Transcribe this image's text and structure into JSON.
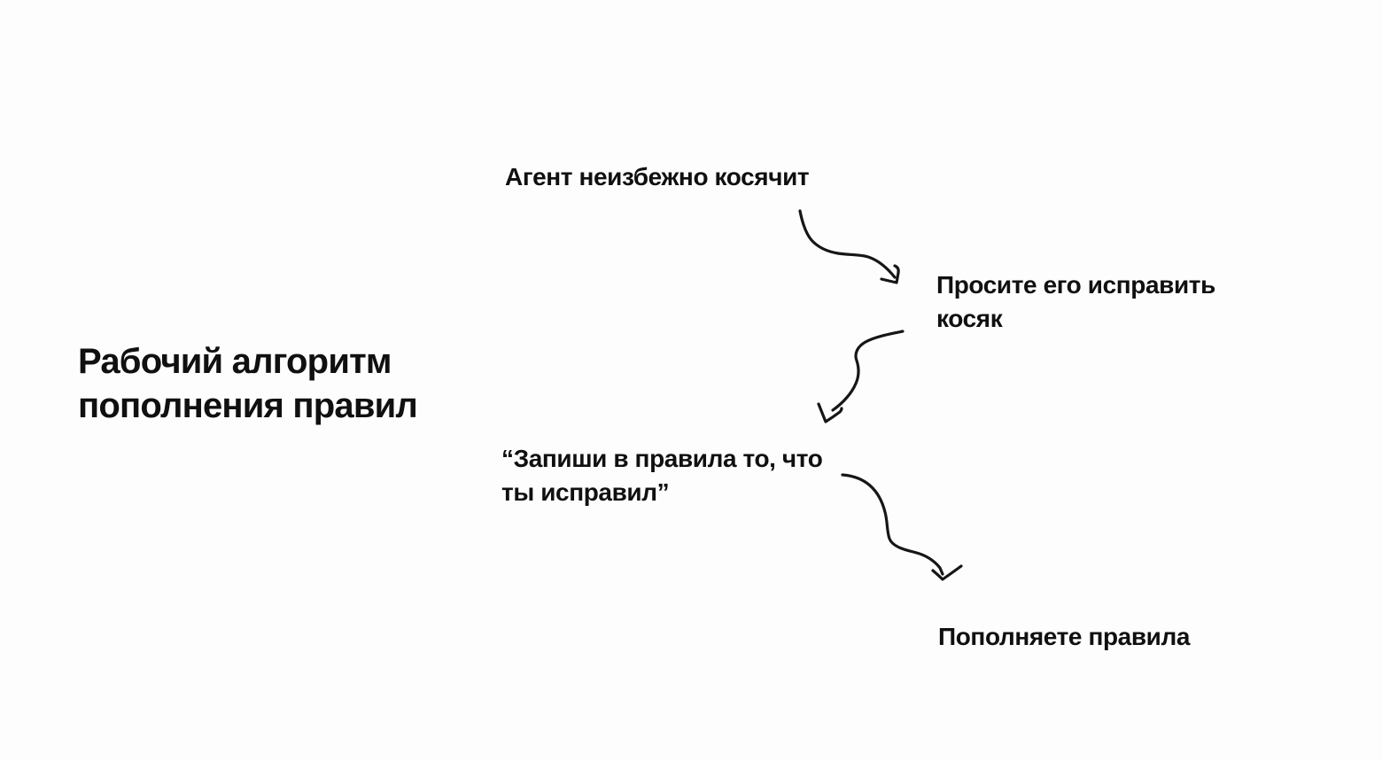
{
  "slide": {
    "background_color": "#fdfdfd",
    "ink_color": "#161616",
    "title": {
      "lines": [
        "Рабочий алгоритм",
        "пополнения правил"
      ]
    },
    "steps": [
      {
        "name": "step-agent-messes-up",
        "lines": [
          "Агент неизбежно косячит"
        ]
      },
      {
        "name": "step-ask-to-fix",
        "lines": [
          "Просите его исправить",
          "косяк"
        ]
      },
      {
        "name": "step-write-to-rules",
        "lines": [
          "“Запиши в правила то, что",
          "ты исправил”"
        ]
      },
      {
        "name": "step-replenish-rules",
        "lines": [
          "Пополняете правила"
        ]
      }
    ],
    "arrows": [
      {
        "name": "arrow-step1-to-step2"
      },
      {
        "name": "arrow-step2-to-step3"
      },
      {
        "name": "arrow-step3-to-step4"
      }
    ]
  }
}
